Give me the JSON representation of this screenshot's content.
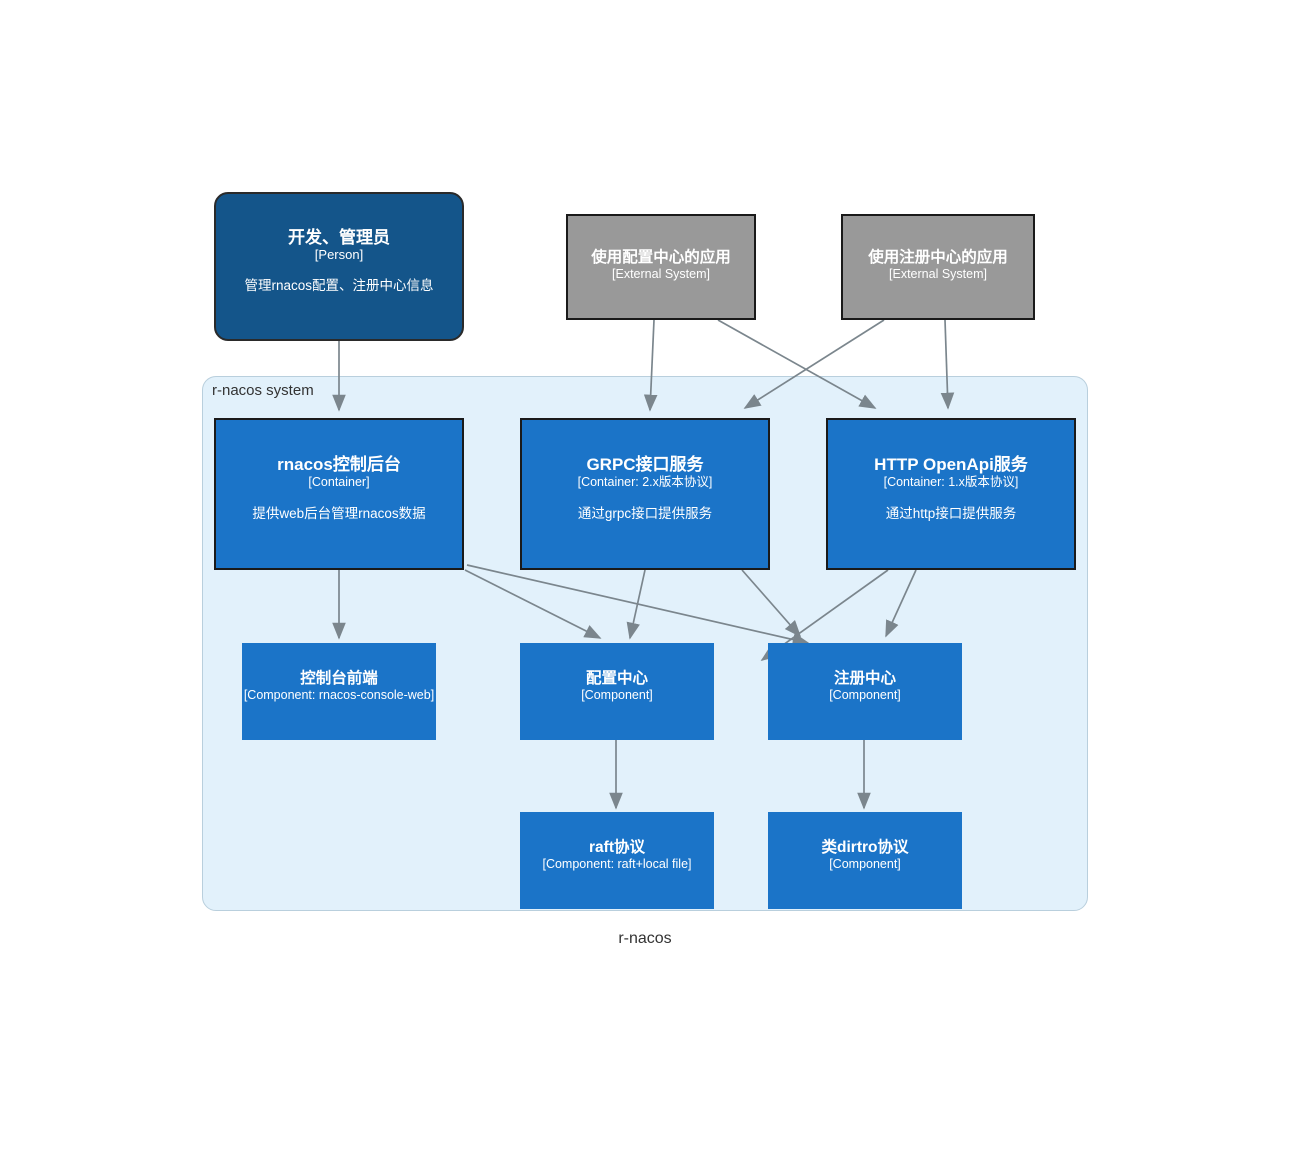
{
  "diagram": {
    "caption": "r-nacos",
    "boundary_label": "r-nacos system",
    "colors": {
      "person": "#14558a",
      "external_system": "#999999",
      "container": "#1b74c8",
      "component": "#1b74c8",
      "boundary_fill": "#e2f1fb",
      "boundary_border": "#b9cfdd",
      "edge": "#707b82"
    }
  },
  "nodes": {
    "person": {
      "title": "开发、管理员",
      "tech": "[Person]",
      "desc": "管理rnacos配置、注册中心信息"
    },
    "ext_config": {
      "title": "使用配置中心的应用",
      "tech": "[External System]"
    },
    "ext_registry": {
      "title": "使用注册中心的应用",
      "tech": "[External System]"
    },
    "console_backend": {
      "title": "rnacos控制后台",
      "tech": "[Container]",
      "desc": "提供web后台管理rnacos数据"
    },
    "grpc_service": {
      "title": "GRPC接口服务",
      "tech": "[Container: 2.x版本协议]",
      "desc": "通过grpc接口提供服务"
    },
    "http_openapi": {
      "title": "HTTP OpenApi服务",
      "tech": "[Container: 1.x版本协议]",
      "desc": "通过http接口提供服务"
    },
    "console_web": {
      "title": "控制台前端",
      "tech": "[Component: rnacos-console-web]"
    },
    "config_center": {
      "title": "配置中心",
      "tech": "[Component]"
    },
    "registry_center": {
      "title": "注册中心",
      "tech": "[Component]"
    },
    "raft_protocol": {
      "title": "raft协议",
      "tech": "[Component: raft+local file]"
    },
    "distro_protocol": {
      "title": "类dirtro协议",
      "tech": "[Component]"
    }
  }
}
